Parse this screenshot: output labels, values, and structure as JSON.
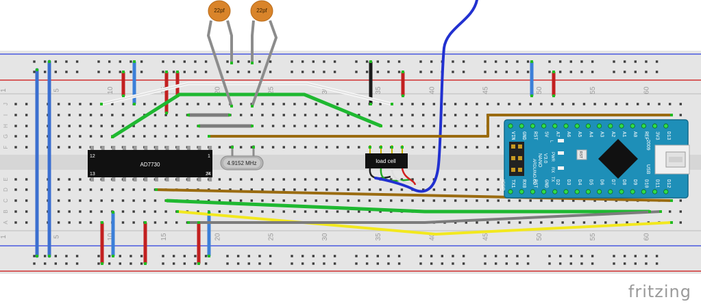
{
  "chip": {
    "name": "AD7730",
    "pin_top_left": "12",
    "pin_top_right": "1",
    "pin_bottom_left": "13",
    "pin_bottom_right": "24"
  },
  "crystal": {
    "label": "4.9152 MHz"
  },
  "capacitors": [
    {
      "label": "22pf"
    },
    {
      "label": "22pf"
    }
  ],
  "load_cell": {
    "label": "load cell"
  },
  "column_numbers": [
    "5",
    "10",
    "15",
    "20",
    "25",
    "30",
    "35",
    "40",
    "45",
    "50",
    "55",
    "60"
  ],
  "row_letters_top": [
    "J",
    "I",
    "H",
    "G",
    "F"
  ],
  "row_letters_bottom": [
    "E",
    "D",
    "C",
    "B",
    "A"
  ],
  "arduino": {
    "brand": "ARDUINO.CC",
    "model": "NANO",
    "version": "V3.0",
    "year": "2009",
    "icsp": "ICSP",
    "rst_label": "RST",
    "usb_label": "USB",
    "led_labels": [
      "L",
      "PWR",
      "RX",
      "TX"
    ],
    "top_pins": [
      "VIN",
      "GND",
      "RST",
      "5V",
      "A7",
      "A6",
      "A5",
      "A4",
      "A3",
      "A2",
      "A1",
      "A0",
      "REF",
      "3V3",
      "D13"
    ],
    "bottom_pins": [
      "TX1",
      "RX0",
      "RST",
      "GND",
      "D2",
      "D3",
      "D4",
      "D5",
      "D6",
      "D7",
      "D8",
      "D9",
      "D10",
      "D11",
      "D12"
    ]
  },
  "watermark": "fritzing",
  "colors": {
    "board": "#e6e6e6",
    "hole": "#3d3d3d",
    "hole_green": "#22bb22",
    "rail_red": "#d23030",
    "rail_blue": "#3a4ad8",
    "arduino": "#1e8fb8",
    "wire_brown": "#9a6b10",
    "wire_green": "#1fb831",
    "wire_yellow": "#f2e81e",
    "wire_gray": "#7c7c7c",
    "wire_white": "#ffffff",
    "wire_red": "#c22020",
    "wire_blue": "#2a72c8",
    "wire_black": "#1a1a1a",
    "wire_navy": "#2231d0",
    "capacitor": "#d9842a"
  }
}
